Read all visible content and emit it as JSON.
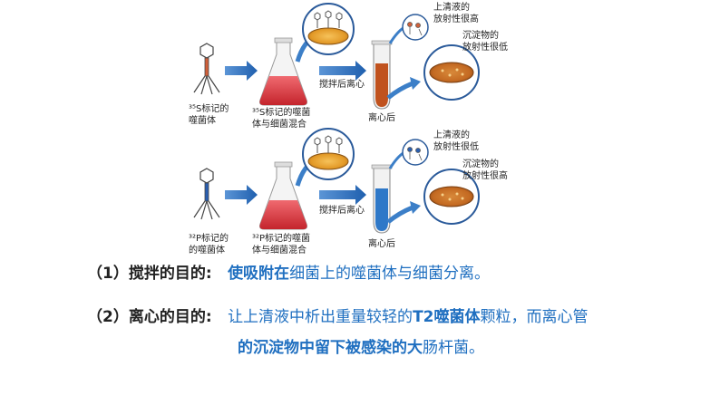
{
  "rows": [
    {
      "phage_label": [
        "³⁵S标记的",
        "噬菌体"
      ],
      "mix_label": [
        "³⁵S标记的噬菌",
        "体与细菌混合"
      ],
      "step_label": "搅拌后离心",
      "tube_label": "离心后",
      "supernatant_label": [
        "上清液的",
        "放射性很高"
      ],
      "sediment_label": [
        "沉淀物的",
        "放射性很低"
      ],
      "tube_fill": "#c0521e",
      "phage_color": "#d0603a"
    },
    {
      "phage_label": [
        "³²P标记的",
        "的噬菌体"
      ],
      "mix_label": [
        "³²P标记的噬菌",
        "体与细菌混合"
      ],
      "step_label": "搅拌后离心",
      "tube_label": "离心后",
      "supernatant_label": [
        "上清液的",
        "放射性很低"
      ],
      "sediment_label": [
        "沉淀物的",
        "放射性很高"
      ],
      "tube_fill": "#2e78c8",
      "phage_color": "#2a5fb0"
    }
  ],
  "questions": [
    {
      "number": "（1）",
      "label": "搅拌的目的:",
      "answer": [
        {
          "text": "使吸附在",
          "style": "blue"
        },
        {
          "text": "细菌上的噬菌体与细菌分离。",
          "style": "blue"
        }
      ]
    },
    {
      "number": "（2）",
      "label": "离心的目的:",
      "answer": [
        {
          "text": "让上清液中析出重量较轻的",
          "style": "blue"
        },
        {
          "text": "T2噬菌体",
          "style": "blue"
        },
        {
          "text": "颗粒，而离心管",
          "style": "blue"
        }
      ],
      "answer2": [
        {
          "text": "的沉淀物中留下被感染的",
          "style": "blue"
        },
        {
          "text": "大",
          "style": "blue"
        },
        {
          "text": "肠杆菌。",
          "style": "blue"
        }
      ]
    }
  ],
  "colors": {
    "arrow": "#2e6fb8",
    "answer": "#1f6fc0",
    "flask": "#d9343a",
    "bacterium": "#e8a030"
  }
}
